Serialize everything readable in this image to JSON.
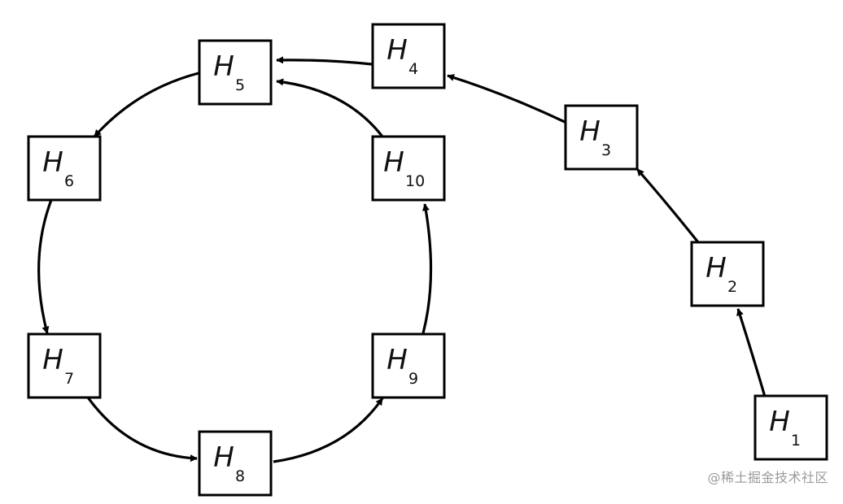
{
  "diagram": {
    "nodes": [
      {
        "id": "H1",
        "main": "H",
        "sub": "1"
      },
      {
        "id": "H2",
        "main": "H",
        "sub": "2"
      },
      {
        "id": "H3",
        "main": "H",
        "sub": "3"
      },
      {
        "id": "H4",
        "main": "H",
        "sub": "4"
      },
      {
        "id": "H5",
        "main": "H",
        "sub": "5"
      },
      {
        "id": "H6",
        "main": "H",
        "sub": "6"
      },
      {
        "id": "H7",
        "main": "H",
        "sub": "7"
      },
      {
        "id": "H8",
        "main": "H",
        "sub": "8"
      },
      {
        "id": "H9",
        "main": "H",
        "sub": "9"
      },
      {
        "id": "H10",
        "main": "H",
        "sub": "10"
      }
    ],
    "edges": [
      {
        "from": "H1",
        "to": "H2"
      },
      {
        "from": "H2",
        "to": "H3"
      },
      {
        "from": "H3",
        "to": "H4"
      },
      {
        "from": "H4",
        "to": "H5"
      },
      {
        "from": "H5",
        "to": "H6"
      },
      {
        "from": "H6",
        "to": "H7"
      },
      {
        "from": "H7",
        "to": "H8"
      },
      {
        "from": "H8",
        "to": "H9"
      },
      {
        "from": "H9",
        "to": "H10"
      },
      {
        "from": "H10",
        "to": "H5"
      }
    ]
  },
  "watermark": {
    "text": "@稀土掘金技术社区"
  }
}
